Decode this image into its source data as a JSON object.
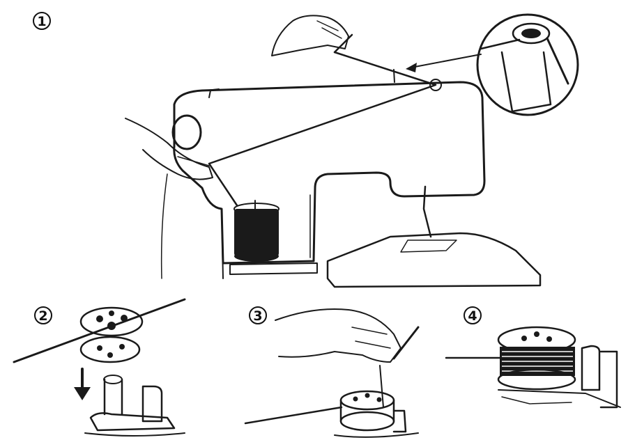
{
  "figure": {
    "steps": [
      {
        "id": "step-1",
        "number_label": "1"
      },
      {
        "id": "step-2",
        "number_label": "2"
      },
      {
        "id": "step-3",
        "number_label": "3"
      },
      {
        "id": "step-4",
        "number_label": "4"
      }
    ]
  },
  "colors": {
    "ink": "#1a1a1a",
    "paper": "#ffffff"
  }
}
